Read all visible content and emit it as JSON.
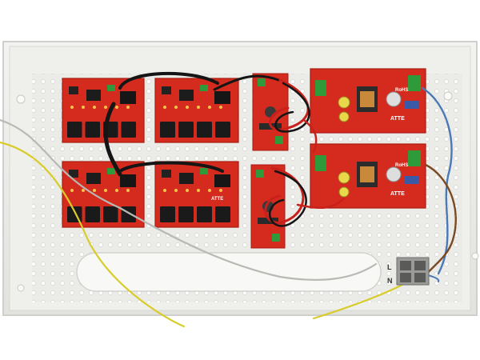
{
  "image": {
    "subject": "electrical enclosure with network switch boards and power supplies",
    "colors": {
      "background": "#ffffff",
      "enclosure": "#ebebe8",
      "enclosure_edge": "#d2d2cf",
      "pcb": "#d42b1e",
      "pcb_dark": "#a81d12",
      "rj45": "#1a1a1a",
      "wire_red": "#c8201a",
      "wire_black": "#151515",
      "wire_yellow": "#d8cc2a",
      "wire_gray": "#b8b8b4",
      "wire_blue": "#4a78b8",
      "wire_brown": "#7a4a22",
      "green_terminal": "#2e9a3a"
    }
  },
  "psu_boards": [
    {
      "brand": "ATTE",
      "rohs": "RoHS"
    },
    {
      "brand": "ATTE",
      "rohs": "RoHS"
    }
  ],
  "switch_boards": [
    {
      "brand": ""
    },
    {
      "brand": ""
    },
    {
      "brand": ""
    },
    {
      "brand": "ATTE"
    }
  ],
  "terminal_block": {
    "l_label": "L",
    "n_label": "N"
  }
}
